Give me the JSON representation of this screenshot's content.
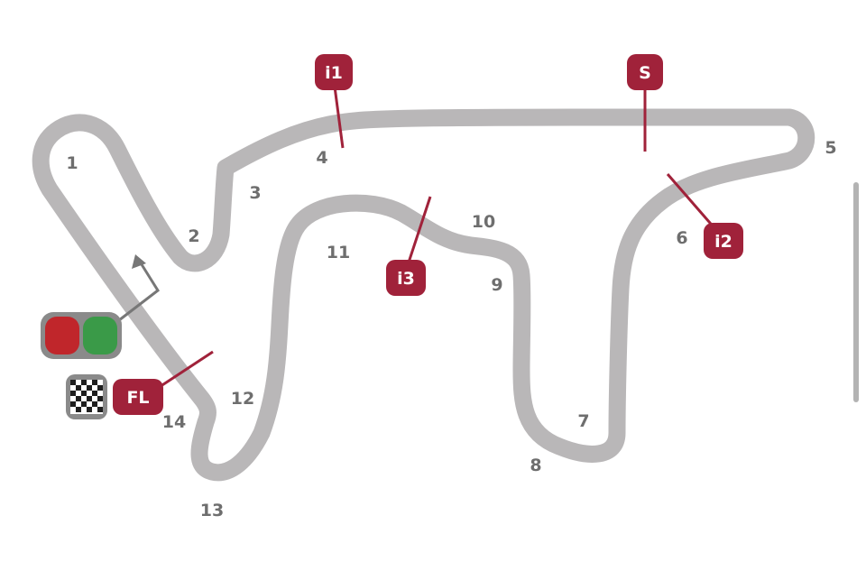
{
  "colors": {
    "track": "#b9b7b8",
    "marker": "#a0223a",
    "turn_label": "#6e6e6e",
    "light_red": "#c0262b",
    "light_green": "#3a9a48",
    "light_housing": "#8a8a8a"
  },
  "turns": [
    {
      "number": "1"
    },
    {
      "number": "2"
    },
    {
      "number": "3"
    },
    {
      "number": "4"
    },
    {
      "number": "5"
    },
    {
      "number": "6"
    },
    {
      "number": "7"
    },
    {
      "number": "8"
    },
    {
      "number": "9"
    },
    {
      "number": "10"
    },
    {
      "number": "11"
    },
    {
      "number": "12"
    },
    {
      "number": "13"
    },
    {
      "number": "14"
    }
  ],
  "markers": {
    "i1": "i1",
    "s": "S",
    "i2": "i2",
    "i3": "i3",
    "fl": "FL"
  },
  "icons": {
    "start_lights": "traffic-lights-icon",
    "finish_flag": "checkered-flag-icon",
    "direction": "direction-arrow-icon"
  }
}
